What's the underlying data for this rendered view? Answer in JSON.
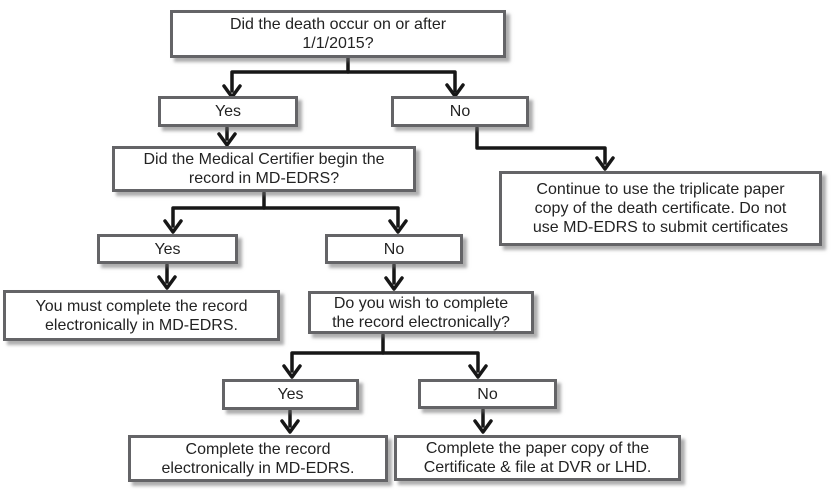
{
  "flowchart": {
    "nodes": {
      "q1": {
        "text": "Did the death occur on or after 1/1/2015?"
      },
      "yes1": {
        "text": "Yes"
      },
      "no1": {
        "text": "No"
      },
      "q2": {
        "text": "Did the Medical Certifier begin the record in MD-EDRS?"
      },
      "paper": {
        "text": "Continue to use the triplicate paper copy of the death certificate. Do not use MD-EDRS to submit certificates"
      },
      "yes2": {
        "text": "Yes"
      },
      "no2": {
        "text": "No"
      },
      "must_complete": {
        "text": "You must complete the record electronically in MD-EDRS."
      },
      "q3": {
        "text": "Do you wish to complete the record electronically?"
      },
      "yes3": {
        "text": "Yes"
      },
      "no3": {
        "text": "No"
      },
      "complete_electronic": {
        "text": "Complete the record electronically in MD-EDRS."
      },
      "complete_paper": {
        "text": "Complete the paper copy of the Certificate & file at DVR or LHD."
      }
    },
    "edges": [
      {
        "from": "q1",
        "to": "yes1"
      },
      {
        "from": "q1",
        "to": "no1"
      },
      {
        "from": "yes1",
        "to": "q2"
      },
      {
        "from": "no1",
        "to": "paper"
      },
      {
        "from": "q2",
        "to": "yes2"
      },
      {
        "from": "q2",
        "to": "no2"
      },
      {
        "from": "yes2",
        "to": "must_complete"
      },
      {
        "from": "no2",
        "to": "q3"
      },
      {
        "from": "q3",
        "to": "yes3"
      },
      {
        "from": "q3",
        "to": "no3"
      },
      {
        "from": "yes3",
        "to": "complete_electronic"
      },
      {
        "from": "no3",
        "to": "complete_paper"
      }
    ],
    "colors": {
      "background": "#ffffff",
      "box_fill": "#ffffff",
      "box_border": "#646467",
      "box_shadow": "#69696c",
      "line": "#171717",
      "text": "#232323"
    }
  }
}
